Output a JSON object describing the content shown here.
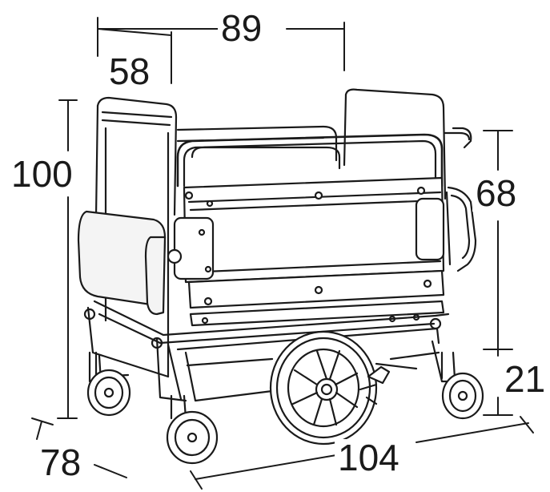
{
  "dimensions": {
    "overall_width": "89",
    "seat_width": "58",
    "overall_height": "100",
    "seat_back_height": "68",
    "ground_clearance": "21",
    "depth": "78",
    "length": "104"
  },
  "colors": {
    "line": "#1a1a1a",
    "panel_fill": "#f4f4f4",
    "wheel_fill": "#ffffff"
  }
}
